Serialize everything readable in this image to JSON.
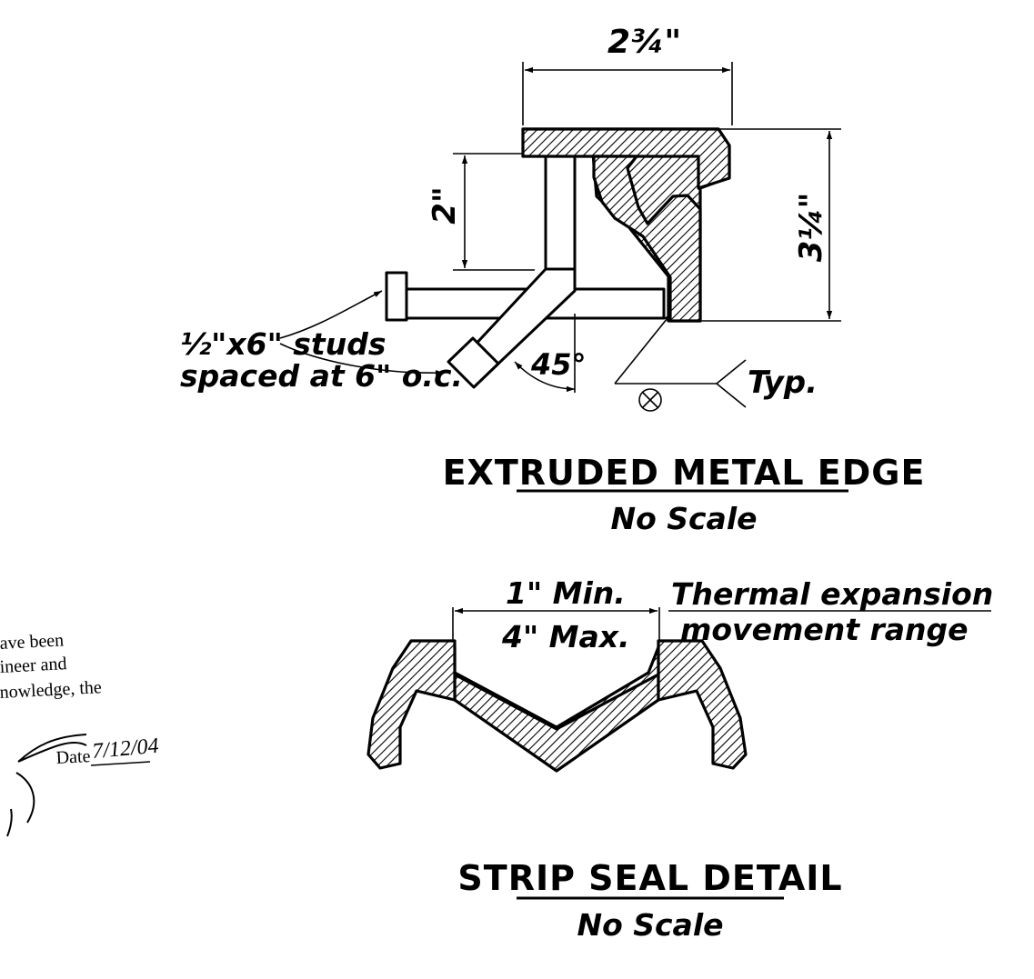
{
  "extruded_edge": {
    "title": "EXTRUDED METAL EDGE",
    "scale_note": "No Scale",
    "dim_width": "2¾\"",
    "dim_height": "3¼\"",
    "dim_stud_height": "2\"",
    "angle_label": "45°",
    "studs_note_line1": "½\"x6\" studs",
    "studs_note_line2": "spaced at 6\" o.c.",
    "weld_note": "Typ."
  },
  "strip_seal": {
    "title": "STRIP SEAL DETAIL",
    "scale_note": "No Scale",
    "min_label": "1\" Min.",
    "max_label": "4\" Max.",
    "range_line1": "Thermal expansion",
    "range_line2": "movement range"
  },
  "certification": {
    "line1": "ave been",
    "line2": "ineer and",
    "line3": "nowledge, the",
    "date_label": "Date",
    "date_value": "7/12/04"
  }
}
